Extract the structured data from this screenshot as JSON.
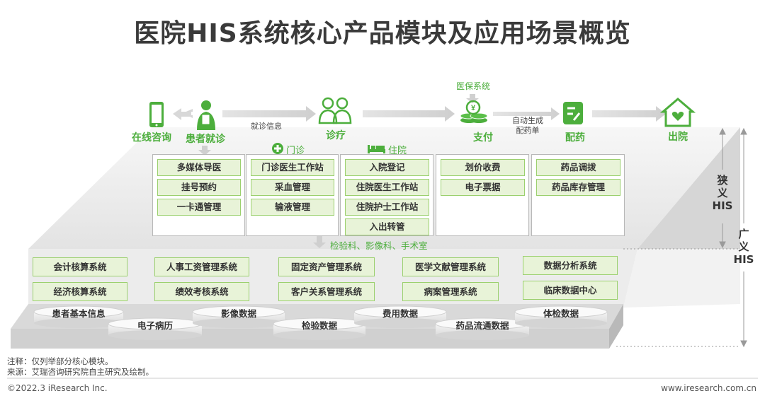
{
  "title": "医院HIS系统核心产品模块及应用场景概览",
  "flow": {
    "online_consult": "在线咨询",
    "patient_visit": "患者就诊",
    "visit_info": "就诊信息",
    "diagnosis": "诊疗",
    "insurance": "医保系统",
    "payment": "支付",
    "auto_rx_line1": "自动生成",
    "auto_rx_line2": "配药单",
    "dispense": "配药",
    "discharge": "出院"
  },
  "sections": {
    "outpatient": "门诊",
    "inpatient": "住院"
  },
  "columns": {
    "patient": [
      "多媒体导医",
      "挂号预约",
      "一卡通管理"
    ],
    "outpatient": [
      "门诊医生工作站",
      "采血管理",
      "输液管理"
    ],
    "inpatient": [
      "入院登记",
      "住院医生工作站",
      "住院护士工作站",
      "入出转管"
    ],
    "billing": [
      "划价收费",
      "电子票据"
    ],
    "pharmacy": [
      "药品调拨",
      "药品库存管理"
    ]
  },
  "dept_note": "检验科、影像科、手术室",
  "systems": [
    [
      "会计核算系统",
      "经济核算系统"
    ],
    [
      "人事工资管理系统",
      "绩效考核系统"
    ],
    [
      "固定资产管理系统",
      "客户关系管理系统"
    ],
    [
      "医学文献管理系统",
      "病案管理系统"
    ],
    [
      "数据分析系统",
      "临床数据中心"
    ]
  ],
  "databases": [
    "患者基本信息",
    "电子病历",
    "影像数据",
    "检验数据",
    "费用数据",
    "药品流通数据",
    "体检数据"
  ],
  "scope": {
    "narrow": [
      "狭",
      "义",
      "HIS"
    ],
    "broad": [
      "广",
      "义",
      "HIS"
    ]
  },
  "notes": {
    "note1": "注释：仅列举部分核心模块。",
    "note2": "来源：艾瑞咨询研究院自主研究及绘制。"
  },
  "footer": {
    "left": "©2022.3 iResearch Inc.",
    "right": "www.iresearch.com.cn"
  },
  "colors": {
    "accent_green": "#4cae3c",
    "box_fill": "#e8f3d8",
    "box_border": "#9bd06e"
  }
}
